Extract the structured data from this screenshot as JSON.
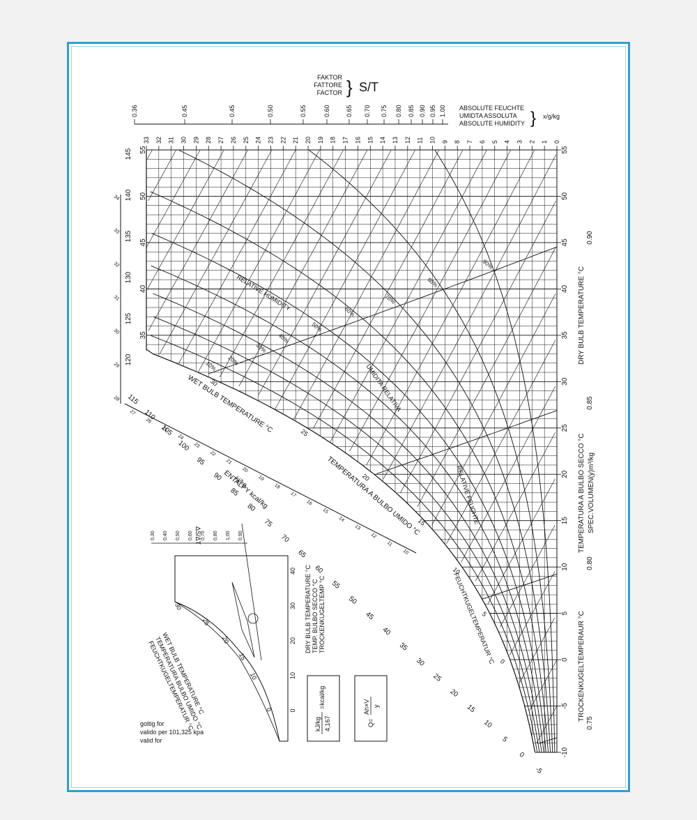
{
  "colors": {
    "frame": "#2f9fd0",
    "lines": "#111111",
    "page": "#f2f2f2"
  },
  "factor": {
    "labels": [
      "FAKTOR",
      "FATTORE",
      "FACTOR"
    ],
    "symbol": "S/T"
  },
  "abs_humidity": {
    "labels": [
      "ABSOLUTE FEUCHTE",
      "UMIDTA ASSOLUTA",
      "ABSOLUTE HUMIDITY"
    ],
    "unit": "x/g/kg"
  },
  "right_axis": {
    "labels": [
      "DRY BULB TEMPERATURE °C",
      "TEMPERATURA A BULBO SECCO °C",
      "SPEC.VOLUMEN(y)m³/kg",
      "TROCKENKUGELTEMPERAUR °C"
    ]
  },
  "curve_labels": {
    "relative_humidity": "RELATIVE HUMIDITY",
    "umidita_relativa": "UMIDITA RELATIVA",
    "relative_feuchte": "RELATIVE FEUCHTE",
    "feuchtkugel": "FEUCHTKUGELTEMPERATUR °C",
    "wet_bulb": "WET BULB TEMPERATURE °C",
    "bulbo_umido": "TEMPERATURA A BULBO UMIDO °C",
    "enthalpy": "ENTALPY  kcal/kg",
    "kjkg": "kj/kg"
  },
  "inset": {
    "axis_labels": [
      "DRY BULB TEMPERATURE °C",
      "TEMP. BULBO SECCO °C",
      "TROCKENKUGELTEMP °C"
    ],
    "curve_labels": [
      "WET BULB TEMPERATURE °C",
      "TEMPERATURA BULBO UMIDO °C",
      "FEUCHTKUGELTEMPERATUR °C"
    ],
    "ratio_symbol": "ΔS/ΔT",
    "box1": {
      "top": "kJ/kg",
      "bottom": "4,167",
      "right": "=kcal/kg"
    },
    "box2": {
      "left": "Q=",
      "top": "Ah×V",
      "bottom": "y"
    }
  },
  "validity": [
    "goltig for",
    "valido per 101,325 kpa",
    "valid for"
  ],
  "chart_data": {
    "type": "psychrometric",
    "orientation": "rotated 90° counter-clockwise",
    "dry_bulb_c": {
      "range": [
        -10,
        55
      ],
      "ticks": [
        55,
        50,
        45,
        40,
        35,
        30,
        25,
        20,
        15,
        10,
        5,
        0,
        -5,
        -10
      ]
    },
    "left_dry_bulb_ticks": [
      55,
      50,
      45,
      40,
      35
    ],
    "absolute_humidity_g_per_kg": {
      "range": [
        0,
        33
      ],
      "ticks": [
        33,
        32,
        31,
        30,
        29,
        28,
        27,
        26,
        25,
        24,
        23,
        22,
        21,
        20,
        19,
        18,
        17,
        16,
        15,
        14,
        13,
        12,
        11,
        10,
        9,
        8,
        7,
        6,
        5,
        4,
        3,
        2,
        1,
        0
      ]
    },
    "sensible_heat_factor_ticks": [
      "0.36",
      "0.45",
      "0.45",
      "0.50",
      "0.55",
      "0.60",
      "0.65",
      "0.70",
      "0.75",
      "0.80",
      "0.85",
      "0.90",
      "0.95",
      "1.00"
    ],
    "relative_humidity_pct_labels": [
      "10%",
      "20%",
      "30%",
      "40%",
      "50%",
      "60%",
      "70%",
      "80%",
      "90%"
    ],
    "specific_volume_m3_per_kg": [
      "0.90",
      "0.85",
      "0.80",
      "0.75"
    ],
    "enthalpy_kj_per_kg": [
      115,
      110,
      105,
      100,
      95,
      90,
      85,
      80,
      75,
      70,
      65,
      60,
      55,
      50,
      45,
      40,
      35,
      30,
      25,
      20,
      15,
      10,
      5,
      0,
      -5
    ],
    "enthalpy_kj_top_left": [
      145,
      140,
      135,
      130,
      125,
      120
    ],
    "enthalpy_kcal_per_kg": [
      34,
      33,
      32,
      31,
      30,
      29,
      28,
      27,
      26,
      25,
      24,
      23,
      22,
      21,
      20,
      19,
      18,
      17,
      16,
      15,
      14,
      13,
      12,
      11,
      10
    ],
    "wet_bulb_c_labels": [
      30,
      25,
      20,
      15,
      10,
      5,
      0
    ],
    "inset_sensible_heat_ticks": [
      "0,30",
      "0,40",
      "0,50",
      "0,60",
      "0,70",
      "0,80",
      "1,00",
      "0,90"
    ],
    "inset_dry_bulb_ticks": [
      40,
      30,
      20,
      10,
      0
    ],
    "inset_wet_bulb_ticks": [
      30,
      25,
      20,
      15,
      10,
      0
    ]
  }
}
